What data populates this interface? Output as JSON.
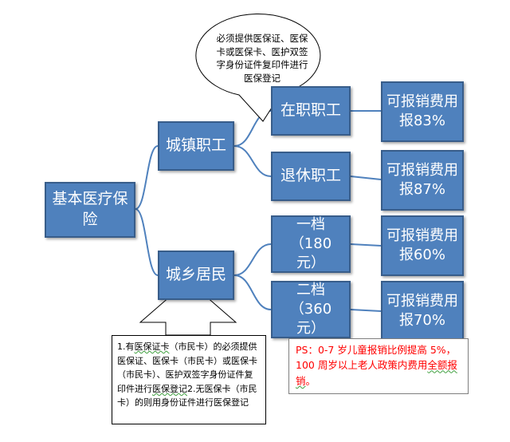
{
  "diagram": {
    "root": {
      "line1": "基本医疗保",
      "line2": "险"
    },
    "urban": {
      "label": "城镇职工"
    },
    "rural": {
      "label": "城乡居民"
    },
    "employed": {
      "label": "在职职工"
    },
    "retired": {
      "label": "退休职工"
    },
    "tier1": {
      "line1": "一档（180",
      "line2": "元）"
    },
    "tier2": {
      "line1": "二档（360",
      "line2": "元）"
    },
    "rates": [
      {
        "line1": "可报销费用",
        "line2": "报83%"
      },
      {
        "line1": "可报销费用",
        "line2": "报87%"
      },
      {
        "line1": "可报销费用",
        "line2": "报60%"
      },
      {
        "line1": "可报销费用",
        "line2": "报70%"
      }
    ],
    "bubble": "必须提供医保证、医保卡或医保卡、医护双签字身份证件复印件进行医保登记",
    "note": {
      "p1": "1.有",
      "p2": "医保证卡",
      "p3": "（市民卡）的必须提供医保证、医保卡（市民卡）或医保卡（市民卡）、医护双签字身份证件复印件进行",
      "p4": "医保登记",
      "p5": "2.无医保卡（市民卡）的则用身份证件进行医保登记"
    },
    "ps": {
      "p1": "PS：0-7 岁儿童报销比例提高 5%，100 周岁以上老人政策内费用",
      "p2": "全额报销",
      "p3": "。"
    },
    "colors": {
      "node_fill": "#4f81bd",
      "node_border": "#385d8a",
      "ps_text": "#ff0000"
    }
  }
}
